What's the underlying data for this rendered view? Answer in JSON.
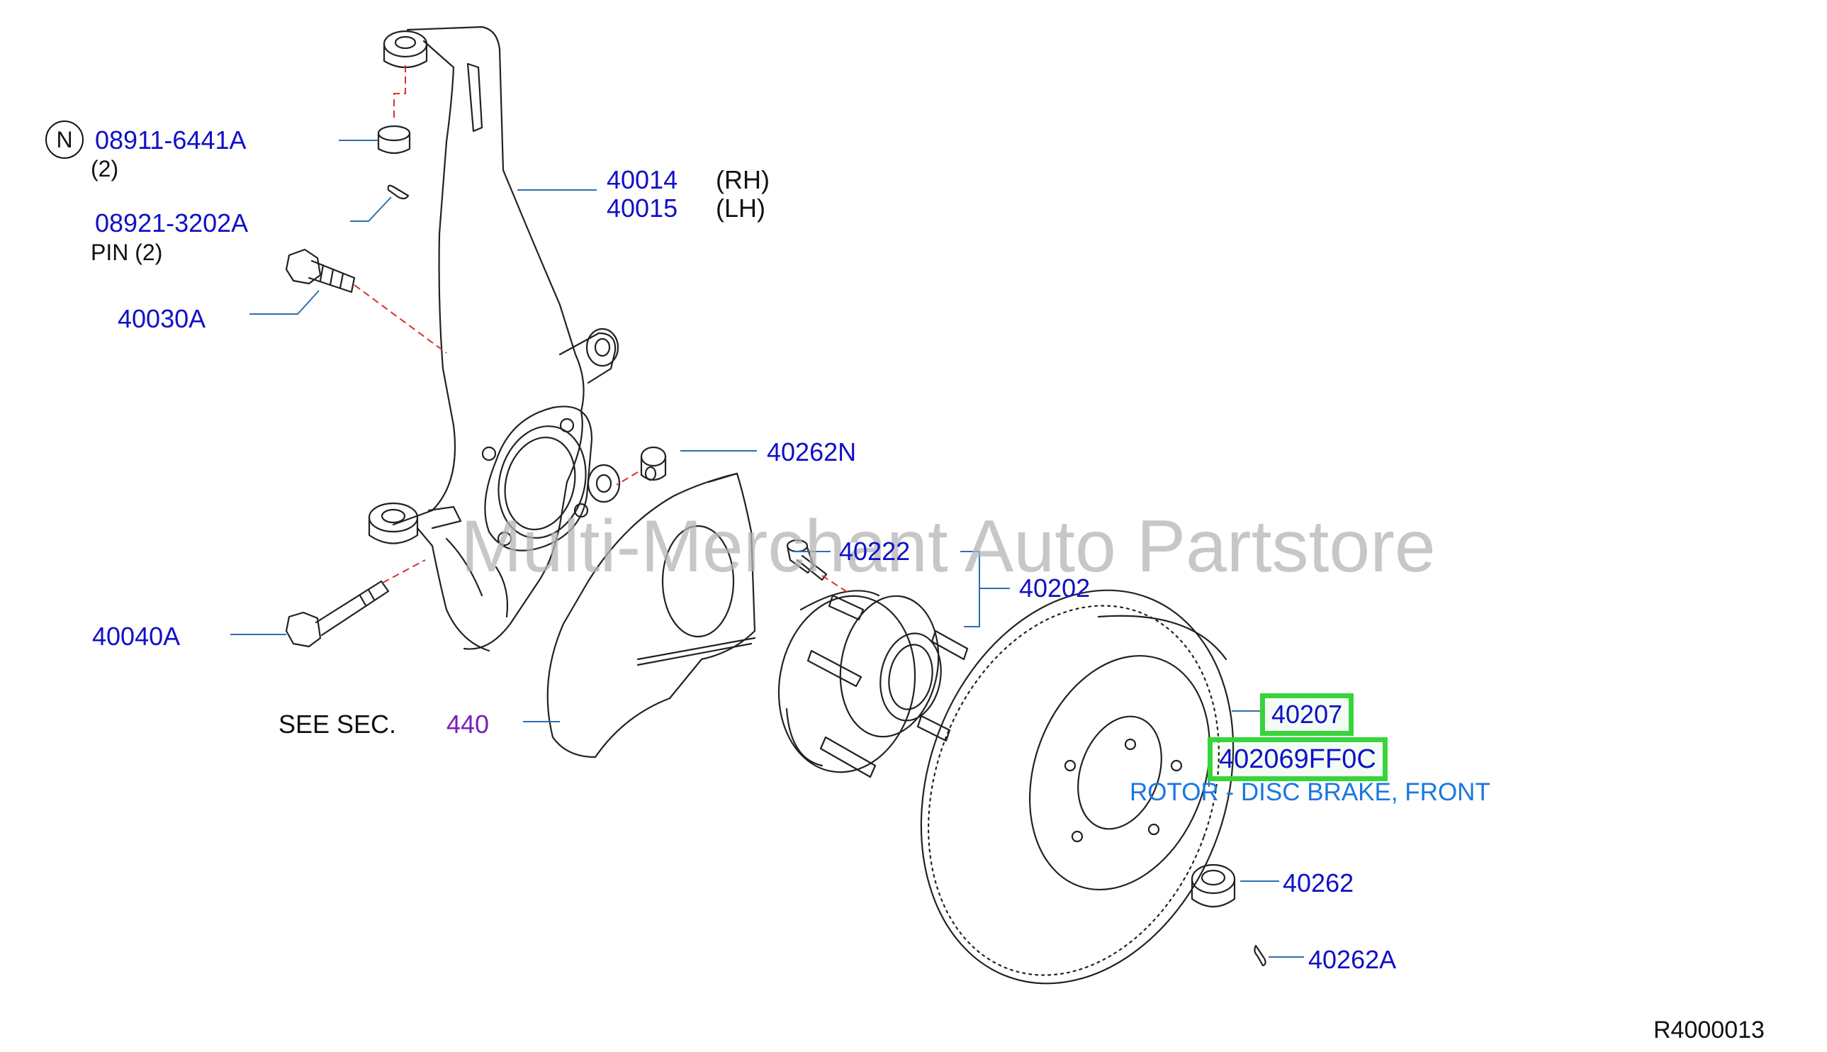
{
  "diagram": {
    "parts": {
      "nut_n": "08911-6441A",
      "nut_n_qty": "(2)",
      "nut_n_marker": "N",
      "cotter_pin": "08921-3202A",
      "cotter_pin_desc": "PIN  (2)",
      "bolt_upper": "40030A",
      "knuckle_rh": "40014",
      "knuckle_rh_side": "(RH)",
      "knuckle_lh": "40015",
      "knuckle_lh_side": "(LH)",
      "nut_40262n": "40262N",
      "hub_bolt": "40222",
      "hub_assembly": "40202",
      "bolt_lower": "40040A",
      "see_sec_text": "SEE   SEC.",
      "see_sec_num": "440",
      "rotor": "40207",
      "rotor_oem": "402069FF0C",
      "rotor_desc": "ROTOR - DISC BRAKE, FRONT",
      "nut_40262": "40262",
      "pin_40262a": "40262A"
    },
    "diagram_id": "R4000013",
    "watermark": "Multi-Merchant Auto Partstore",
    "colors": {
      "part_number": "#1010c8",
      "highlight": "#37d43a",
      "section_ref": "#7a1fb8",
      "description": "#1a78e0",
      "drawing_line": "#222222",
      "leader_line": "#2d6fb0",
      "dashed_line": "#d8302f"
    }
  }
}
